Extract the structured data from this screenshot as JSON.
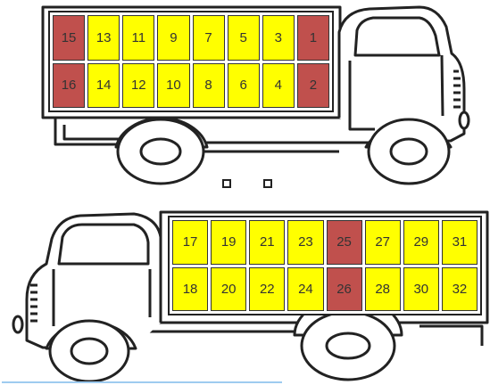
{
  "colors": {
    "seat": "#ffff00",
    "highlight": "#c0504d",
    "outline": "#222222"
  },
  "truck_top": {
    "rows": [
      [
        {
          "label": "15",
          "highlight": true
        },
        {
          "label": "13",
          "highlight": false
        },
        {
          "label": "11",
          "highlight": false
        },
        {
          "label": "9",
          "highlight": false
        },
        {
          "label": "7",
          "highlight": false
        },
        {
          "label": "5",
          "highlight": false
        },
        {
          "label": "3",
          "highlight": false
        },
        {
          "label": "1",
          "highlight": true
        }
      ],
      [
        {
          "label": "16",
          "highlight": true
        },
        {
          "label": "14",
          "highlight": false
        },
        {
          "label": "12",
          "highlight": false
        },
        {
          "label": "10",
          "highlight": false
        },
        {
          "label": "8",
          "highlight": false
        },
        {
          "label": "6",
          "highlight": false
        },
        {
          "label": "4",
          "highlight": false
        },
        {
          "label": "2",
          "highlight": true
        }
      ]
    ]
  },
  "truck_bottom": {
    "rows": [
      [
        {
          "label": "17",
          "highlight": false
        },
        {
          "label": "19",
          "highlight": false
        },
        {
          "label": "21",
          "highlight": false
        },
        {
          "label": "23",
          "highlight": false
        },
        {
          "label": "25",
          "highlight": true
        },
        {
          "label": "27",
          "highlight": false
        },
        {
          "label": "29",
          "highlight": false
        },
        {
          "label": "31",
          "highlight": false
        }
      ],
      [
        {
          "label": "18",
          "highlight": false
        },
        {
          "label": "20",
          "highlight": false
        },
        {
          "label": "22",
          "highlight": false
        },
        {
          "label": "24",
          "highlight": false
        },
        {
          "label": "26",
          "highlight": true
        },
        {
          "label": "28",
          "highlight": false
        },
        {
          "label": "30",
          "highlight": false
        },
        {
          "label": "32",
          "highlight": false
        }
      ]
    ]
  }
}
